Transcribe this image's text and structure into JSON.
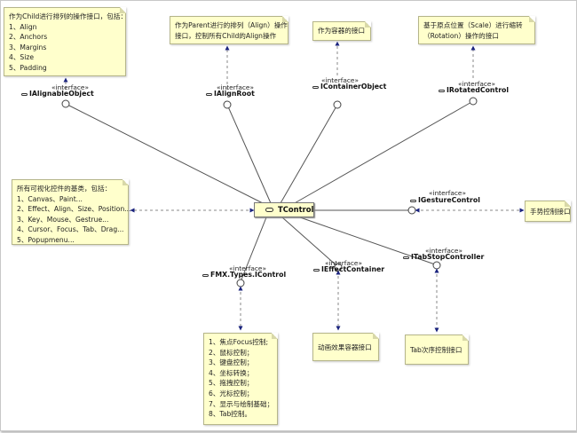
{
  "central_class": {
    "name": "TControl"
  },
  "interfaces": {
    "ialignable": {
      "stereotype": "«interface»",
      "name": "IAlignableObject"
    },
    "ialignroot": {
      "stereotype": "«interface»",
      "name": "IAlignRoot"
    },
    "icontainer": {
      "stereotype": "«interface»",
      "name": "IContainerObject"
    },
    "irotated": {
      "stereotype": "«interface»",
      "name": "IRotatedControl"
    },
    "igesture": {
      "stereotype": "«interface»",
      "name": "IGestureControl"
    },
    "itabstop": {
      "stereotype": "«interface»",
      "name": "ITabStopController"
    },
    "ieffect": {
      "stereotype": "«interface»",
      "name": "IEffectContainer"
    },
    "icontrol": {
      "stereotype": "«interface»",
      "name": "FMX.Types.IControl"
    }
  },
  "notes": {
    "align_child": [
      "作为Child进行排列的操作接口，包括：",
      "1、Align",
      "2、Anchors",
      "3、Margins",
      "4、Size",
      "5、Padding"
    ],
    "align_parent": [
      "作为Parent进行的排列（Align）操作",
      "接口，控制所有Child的Align操作"
    ],
    "container": [
      "作为容器的接口"
    ],
    "rotated": [
      "基于原点位置（Scale）进行缩转",
      "（Rotation）操作的接口"
    ],
    "base_class": [
      "所有可视化控件的基类，包括：",
      "1、Canvas、Paint...",
      "2、Effect、Align、Size、Position...",
      "3、Key、Mouse、Gestrue...",
      "4、Cursor、Focus、Tab、Drag...",
      "5、Popupmenu..."
    ],
    "gesture": [
      "手势控制接口"
    ],
    "icontrol": [
      "1、焦点Focus控制;",
      "2、鼠标控制；",
      "3、键盘控制；",
      "4、坐标转换；",
      "5、拖拽控制；",
      "6、光标控制；",
      "7、显示与绘制基础；",
      "8、Tab控制。"
    ],
    "effect": [
      "动画效果容器接口"
    ],
    "tabstop": [
      "Tab次序控制接口"
    ]
  }
}
